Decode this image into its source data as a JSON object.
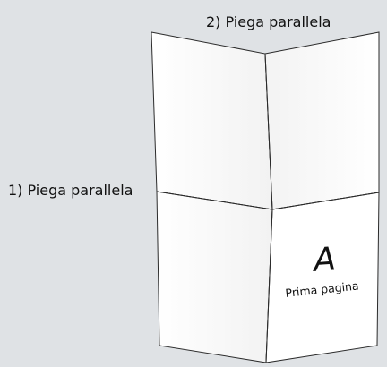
{
  "labels": {
    "fold_top": "2) Piega parallela",
    "fold_left": "1) Piega parallela"
  },
  "page": {
    "letter": "A",
    "caption": "Prima pagina"
  },
  "colors": {
    "background": "#dfe2e5",
    "panel_fill": "#ffffff",
    "panel_stroke": "#2b2b2b",
    "text": "#111111"
  }
}
